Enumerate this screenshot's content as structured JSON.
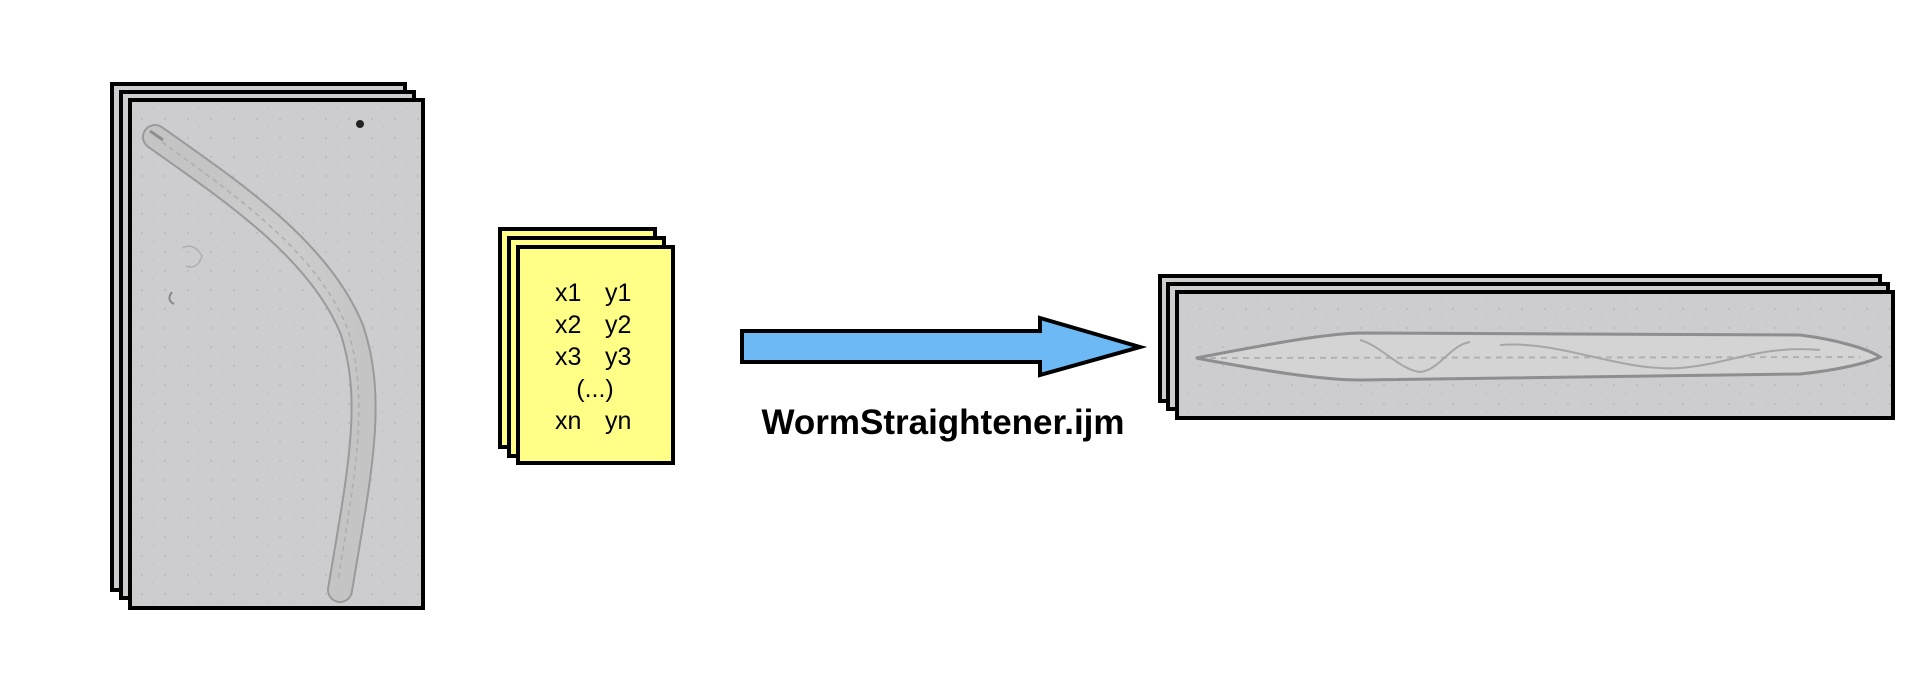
{
  "diagram": {
    "coordinate_rows": [
      {
        "x": "x1",
        "y": "y1"
      },
      {
        "x": "x2",
        "y": "y2"
      },
      {
        "x": "x3",
        "y": "y3"
      },
      {
        "ellipsis": "(...)"
      },
      {
        "x": "xn",
        "y": "yn"
      }
    ],
    "caption": "WormStraightener.ijm"
  },
  "colors": {
    "note_fill": "#ffff88",
    "arrow_fill": "#6cb9f6",
    "image_bg": "#cdcdcf",
    "outline": "#000000"
  },
  "icons": {
    "input_stack": "curved-worm-image-stack",
    "coordinates": "coordinate-list-stack",
    "process": "right-arrow",
    "output_stack": "straightened-worm-image-stack"
  }
}
